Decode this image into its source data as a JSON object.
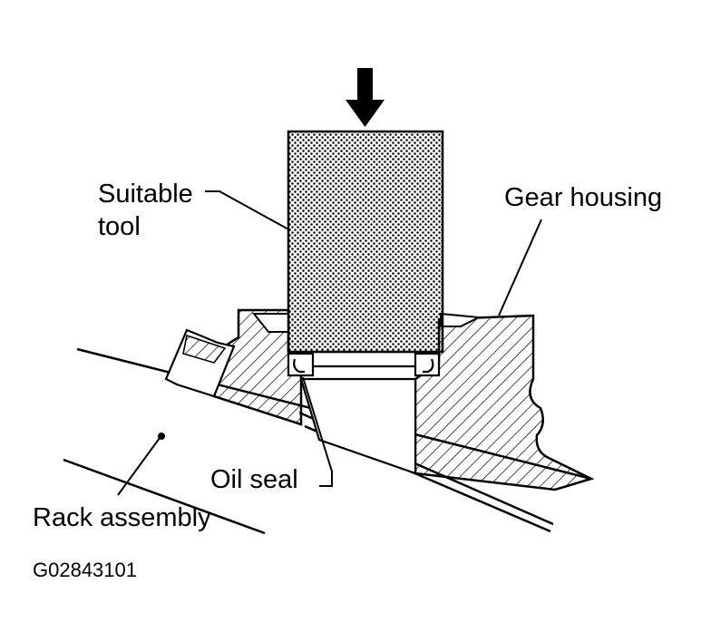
{
  "labels": {
    "suitable_tool": [
      "Suitable",
      "tool"
    ],
    "gear_housing": "Gear housing",
    "oil_seal": "Oil seal",
    "rack_assembly": "Rack assembly"
  },
  "figure_id": "G02843101",
  "colors": {
    "ink": "#000000",
    "paper": "#ffffff"
  }
}
